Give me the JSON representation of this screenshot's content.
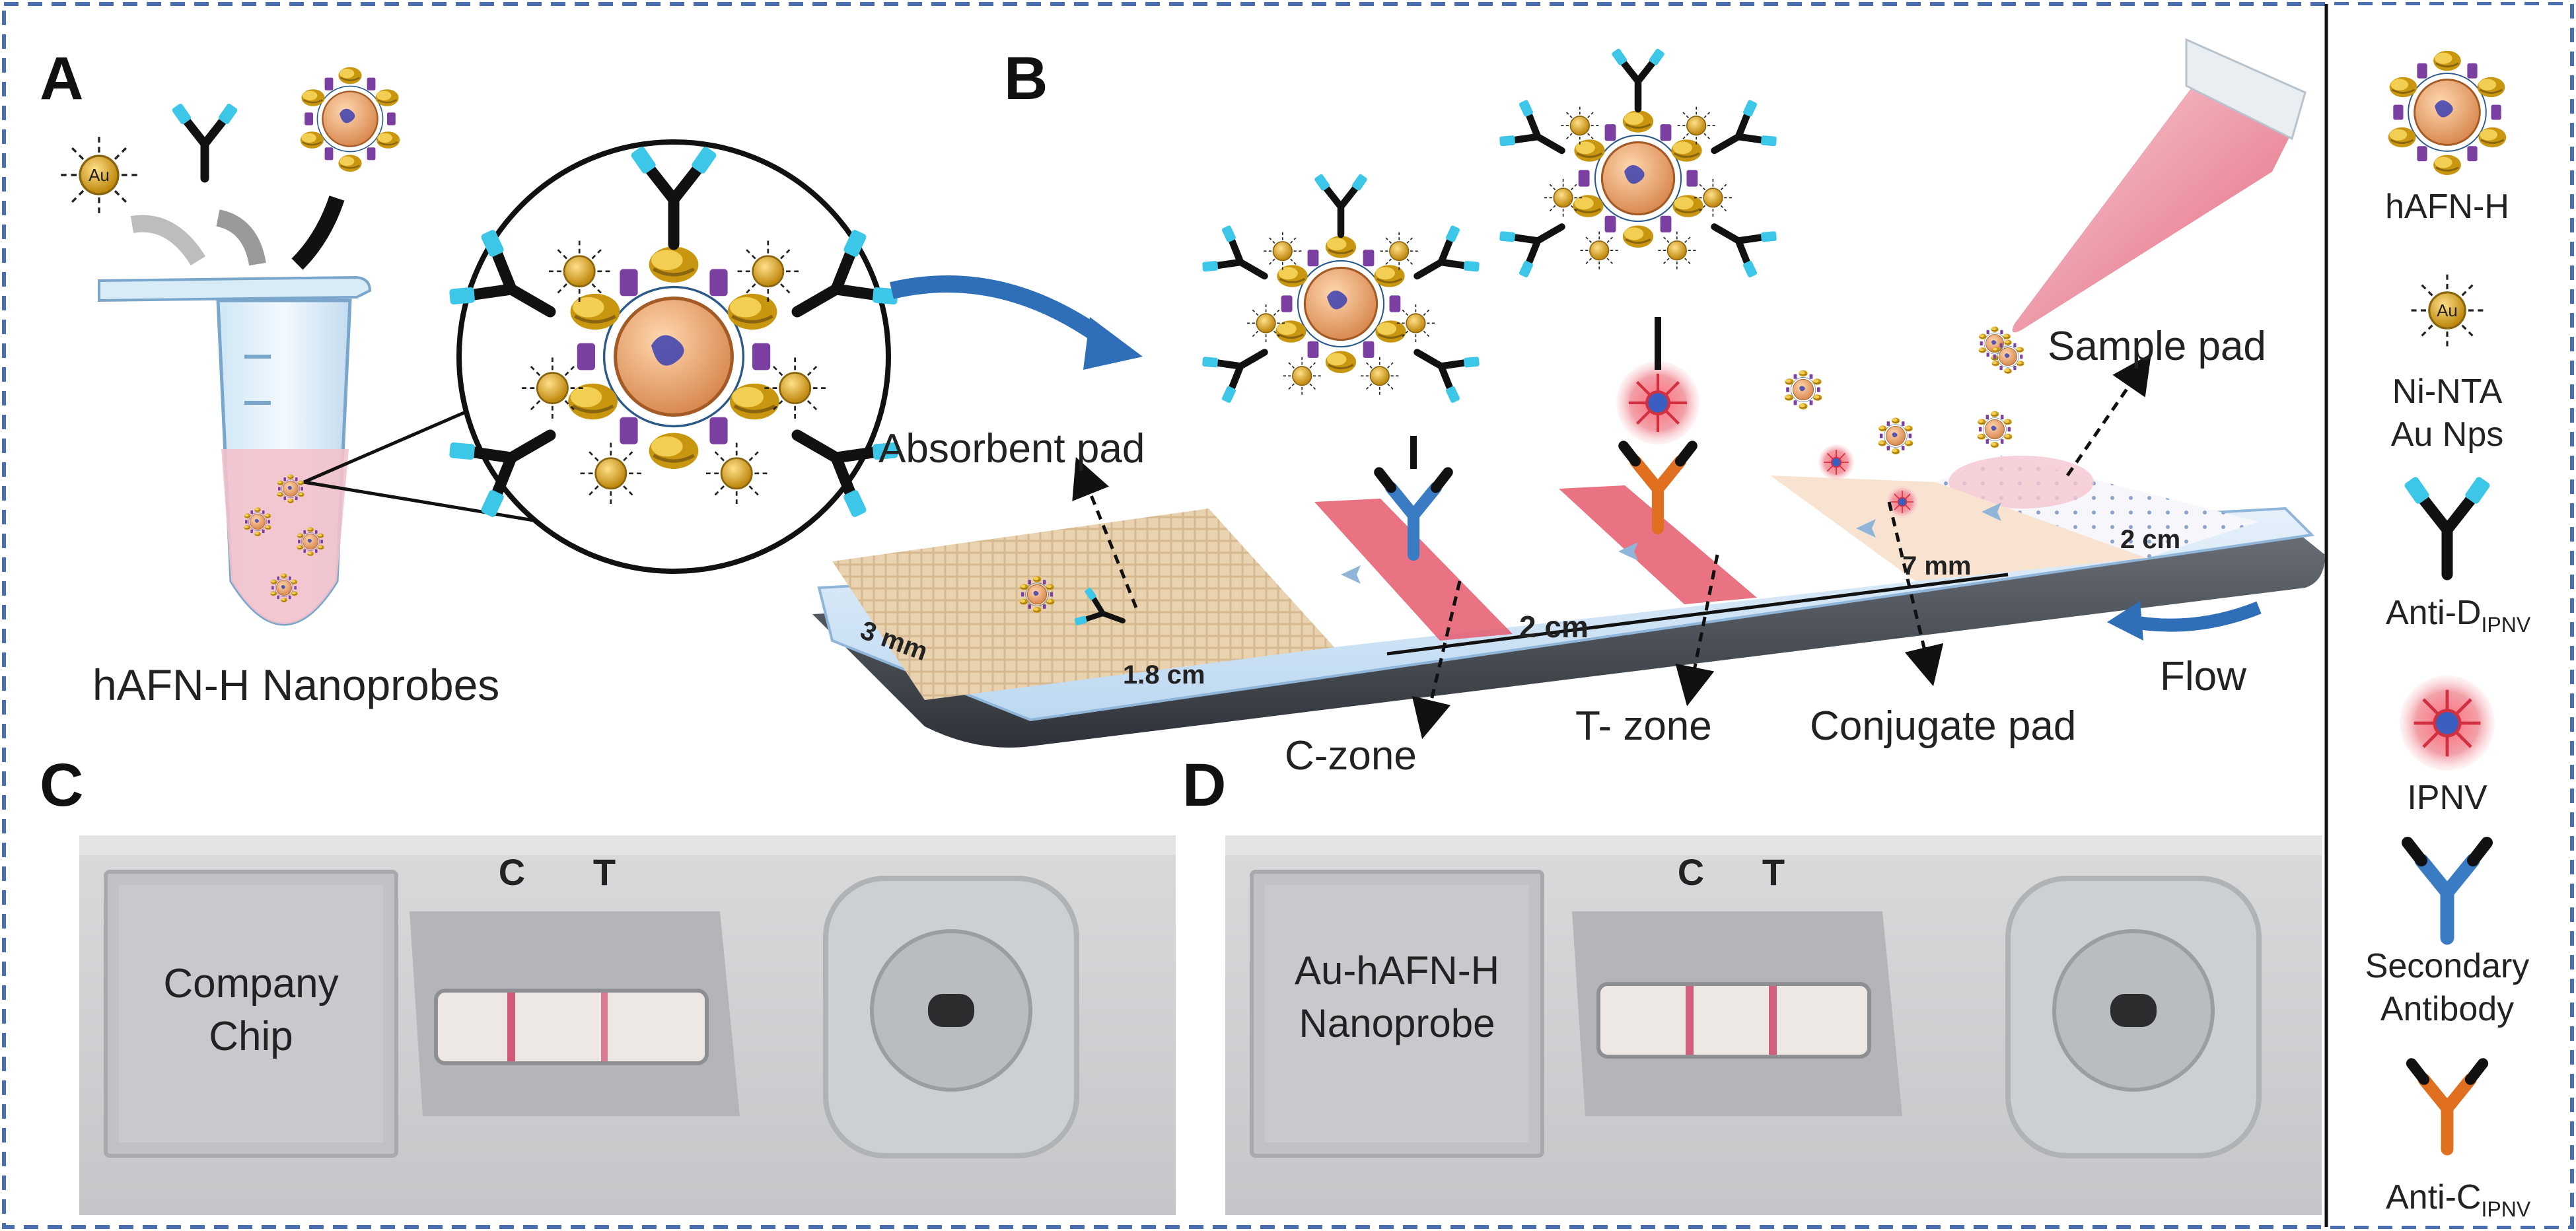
{
  "panels": {
    "a": {
      "letter": "A",
      "caption": "hAFN-H Nanoprobes",
      "au_label": "Au"
    },
    "b": {
      "letter": "B",
      "labels": {
        "absorbent_pad": "Absorbent pad",
        "sample_pad": "Sample pad",
        "c_zone": "C-zone",
        "t_zone": "T- zone",
        "conjugate_pad": "Conjugate pad",
        "flow": "Flow"
      },
      "dimensions": {
        "d1": "3 mm",
        "d2": "1.8 cm",
        "d3": "2 cm",
        "d4": "7 mm",
        "d5": "2 cm"
      }
    },
    "c": {
      "letter": "C",
      "chip_label_line1": "Company",
      "chip_label_line2": "Chip",
      "c_marker": "C",
      "t_marker": "T"
    },
    "d": {
      "letter": "D",
      "chip_label_line1": "Au-hAFN-H",
      "chip_label_line2": "Nanoprobe",
      "c_marker": "C",
      "t_marker": "T"
    }
  },
  "legend": {
    "items": [
      {
        "icon": "hafn-h-nanocage-icon",
        "label_main": "hAFN-H",
        "label_sub": ""
      },
      {
        "icon": "ni-nta-au-np-icon",
        "label_main": "Ni-NTA",
        "label_line2": "Au Nps",
        "label_sub": ""
      },
      {
        "icon": "anti-d-antibody-icon",
        "label_main": "Anti-D",
        "label_sub": "IPNV"
      },
      {
        "icon": "ipnv-virus-icon",
        "label_main": "IPNV",
        "label_sub": ""
      },
      {
        "icon": "secondary-antibody-icon",
        "label_main": "Secondary",
        "label_line2": "Antibody",
        "label_sub": ""
      },
      {
        "icon": "anti-c-antibody-icon",
        "label_main": "Anti-C",
        "label_sub": "IPNV"
      }
    ]
  },
  "colors": {
    "frame_dash": "#4a6fb0",
    "gold": "#d4a017",
    "cage": "#e8a070",
    "cyan": "#3cc6e8",
    "purple": "#7a3fa0",
    "pink_line": "#e05a6a",
    "antibody_blue": "#3a7cc4",
    "antibody_orange": "#e07020",
    "marker_blue": "#1f4f9a"
  }
}
